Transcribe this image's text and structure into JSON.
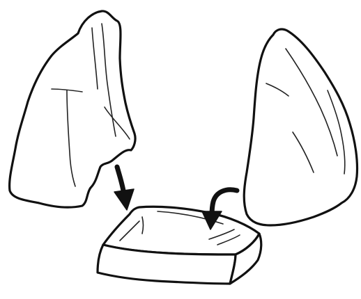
{
  "illustration": {
    "objects": [
      {
        "id": "left-cover",
        "kind": "draped cloth cover"
      },
      {
        "id": "right-cover",
        "kind": "draped cloth cover"
      },
      {
        "id": "base-cushion",
        "kind": "flat cushion pad"
      }
    ],
    "arrows": [
      {
        "id": "arrow-left-down",
        "from": "left-cover",
        "to": "base-cushion"
      },
      {
        "id": "arrow-right-curved",
        "from": "right-cover",
        "to": "base-cushion"
      }
    ],
    "colors": {
      "ink": "#111111",
      "background": "#ffffff"
    }
  }
}
